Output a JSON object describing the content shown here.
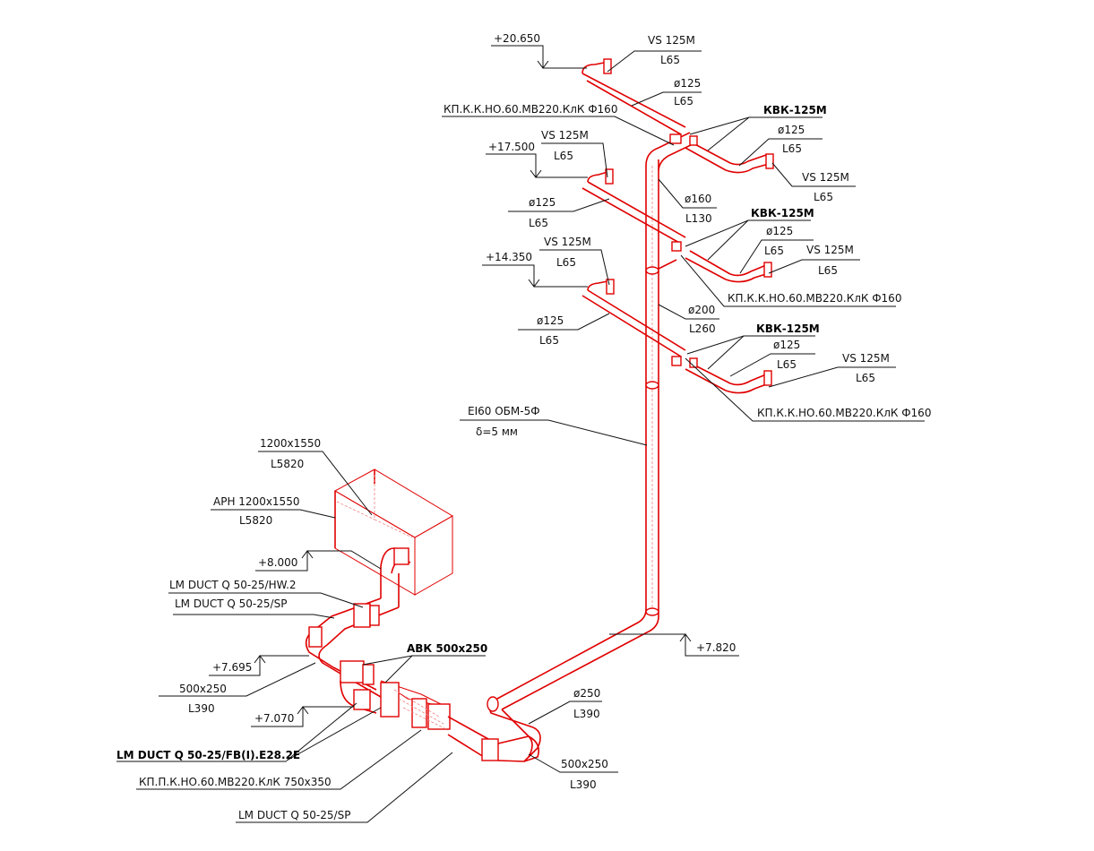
{
  "colors": {
    "duct": "#e00000",
    "text": "#111111",
    "background": "#ffffff"
  },
  "labels": {
    "elev_20650": "+20.650",
    "elev_17500": "+17.500",
    "elev_14350": "+14.350",
    "elev_8000": "+8.000",
    "elev_7695": "+7.695",
    "elev_7070": "+7.070",
    "elev_7820": "+7.820",
    "vs_top_left": "VS 125M",
    "l65_top_left": "L65",
    "d125_1": "ø125",
    "l65_1": "L65",
    "kp_top": "КП.К.К.НО.60.МВ220.КлК Ф160",
    "kvk_top": "КВК-125М",
    "d125_top_right": "ø125",
    "l65_top_right": "L65",
    "vs_top_right": "VS 125M",
    "l65_vs_top_right": "L65",
    "vs_mid_left": "VS 125M",
    "l65_vs_mid_left": "L65",
    "d125_mid_left": "ø125",
    "l65_mid_left": "L65",
    "d160": "ø160",
    "l130": "L130",
    "kvk_mid": "КВК-125М",
    "d125_mid_right": "ø125",
    "l65_mid_right": "L65",
    "vs_mid_right": "VS 125M",
    "l65_vs_mid_right": "L65",
    "kp_mid": "КП.К.К.НО.60.МВ220.КлК Ф160",
    "vs_low_left": "VS 125M",
    "l65_vs_low_left": "L65",
    "d200": "ø200",
    "l260": "L260",
    "d125_low_left": "ø125",
    "l65_low_left": "L65",
    "kvk_low": "КВК-125М",
    "d125_low_right": "ø125",
    "l65_low_right": "L65",
    "vs_low_right": "VS 125M",
    "l65_vs_low_right": "L65",
    "kp_low": "КП.К.К.НО.60.МВ220.КлК Ф160",
    "ei60": "EI60 ОБМ-5Ф",
    "delta": "δ=5 мм",
    "box_size": "1200x1550",
    "box_len": "L5820",
    "aph_size": "APH 1200x1550",
    "aph_len": "L5820",
    "lm_hw2": "LM DUCT Q 50-25/HW.2",
    "lm_sp1": "LM DUCT Q 50-25/SP",
    "avk": "АВК 500х250",
    "rect1_size": "500x250",
    "rect1_len": "L390",
    "d250": "ø250",
    "l390_round": "L390",
    "lm_fb": "LM DUCT Q 50-25/FB(I).E28.2E",
    "kpp": "КП.П.К.НО.60.МВ220.КлК 750х350",
    "rect2_size": "500x250",
    "rect2_len": "L390",
    "lm_sp2": "LM DUCT Q 50-25/SP"
  }
}
